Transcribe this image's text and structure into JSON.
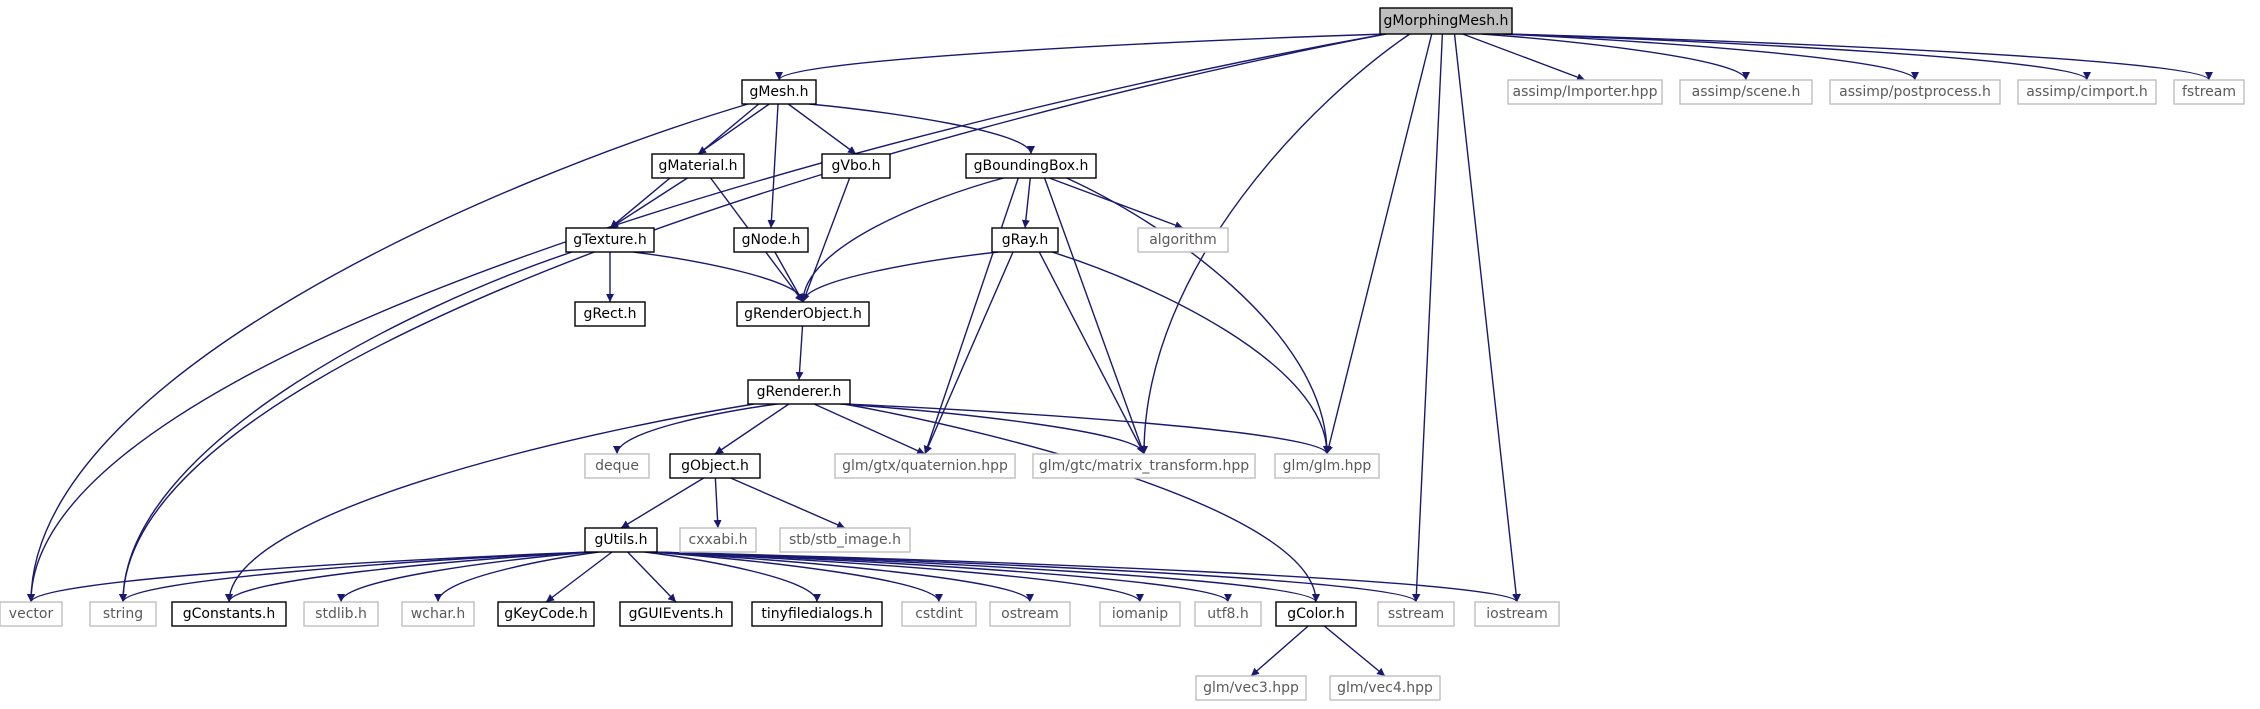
{
  "title": "gMorphingMesh.h",
  "colors": {
    "edge": "#191970",
    "root_fill": "#bfbfbf",
    "root_border": "#000000",
    "documented_border": "#000000",
    "external_border": "#bfbfbf",
    "external_text": "#5a5a5a",
    "text": "#000000"
  },
  "nodes": [
    {
      "id": "gMorphingMesh",
      "label": "gMorphingMesh.h",
      "kind": "root"
    },
    {
      "id": "gMesh",
      "label": "gMesh.h",
      "kind": "doc"
    },
    {
      "id": "assimpImporter",
      "label": "assimp/Importer.hpp",
      "kind": "ext"
    },
    {
      "id": "assimpScene",
      "label": "assimp/scene.h",
      "kind": "ext"
    },
    {
      "id": "assimpPost",
      "label": "assimp/postprocess.h",
      "kind": "ext"
    },
    {
      "id": "assimpCimport",
      "label": "assimp/cimport.h",
      "kind": "ext"
    },
    {
      "id": "fstream",
      "label": "fstream",
      "kind": "ext"
    },
    {
      "id": "gMaterial",
      "label": "gMaterial.h",
      "kind": "doc"
    },
    {
      "id": "gVbo",
      "label": "gVbo.h",
      "kind": "doc"
    },
    {
      "id": "gBoundingBox",
      "label": "gBoundingBox.h",
      "kind": "doc"
    },
    {
      "id": "gTexture",
      "label": "gTexture.h",
      "kind": "doc"
    },
    {
      "id": "gNode",
      "label": "gNode.h",
      "kind": "doc"
    },
    {
      "id": "gRay",
      "label": "gRay.h",
      "kind": "doc"
    },
    {
      "id": "algorithm",
      "label": "algorithm",
      "kind": "ext"
    },
    {
      "id": "gRect",
      "label": "gRect.h",
      "kind": "doc"
    },
    {
      "id": "gRenderObject",
      "label": "gRenderObject.h",
      "kind": "doc"
    },
    {
      "id": "gRenderer",
      "label": "gRenderer.h",
      "kind": "doc"
    },
    {
      "id": "deque",
      "label": "deque",
      "kind": "ext"
    },
    {
      "id": "gObject",
      "label": "gObject.h",
      "kind": "doc"
    },
    {
      "id": "quaternion",
      "label": "glm/gtx/quaternion.hpp",
      "kind": "ext"
    },
    {
      "id": "matrixTransform",
      "label": "glm/gtc/matrix_transform.hpp",
      "kind": "ext"
    },
    {
      "id": "glm",
      "label": "glm/glm.hpp",
      "kind": "ext"
    },
    {
      "id": "gUtils",
      "label": "gUtils.h",
      "kind": "doc"
    },
    {
      "id": "cxxabi",
      "label": "cxxabi.h",
      "kind": "ext"
    },
    {
      "id": "stbImage",
      "label": "stb/stb_image.h",
      "kind": "ext"
    },
    {
      "id": "vector",
      "label": "vector",
      "kind": "ext"
    },
    {
      "id": "string",
      "label": "string",
      "kind": "ext"
    },
    {
      "id": "gConstants",
      "label": "gConstants.h",
      "kind": "doc"
    },
    {
      "id": "stdlib",
      "label": "stdlib.h",
      "kind": "ext"
    },
    {
      "id": "wchar",
      "label": "wchar.h",
      "kind": "ext"
    },
    {
      "id": "gKeyCode",
      "label": "gKeyCode.h",
      "kind": "doc"
    },
    {
      "id": "gGUIEvents",
      "label": "gGUIEvents.h",
      "kind": "doc"
    },
    {
      "id": "tinyfiledialogs",
      "label": "tinyfiledialogs.h",
      "kind": "doc"
    },
    {
      "id": "cstdint",
      "label": "cstdint",
      "kind": "ext"
    },
    {
      "id": "ostream",
      "label": "ostream",
      "kind": "ext"
    },
    {
      "id": "iomanip",
      "label": "iomanip",
      "kind": "ext"
    },
    {
      "id": "utf8",
      "label": "utf8.h",
      "kind": "ext"
    },
    {
      "id": "gColor",
      "label": "gColor.h",
      "kind": "doc"
    },
    {
      "id": "sstream",
      "label": "sstream",
      "kind": "ext"
    },
    {
      "id": "iostream",
      "label": "iostream",
      "kind": "ext"
    },
    {
      "id": "vec3",
      "label": "glm/vec3.hpp",
      "kind": "ext"
    },
    {
      "id": "vec4",
      "label": "glm/vec4.hpp",
      "kind": "ext"
    }
  ],
  "edges": [
    [
      "gMorphingMesh",
      "gMesh"
    ],
    [
      "gMorphingMesh",
      "vector"
    ],
    [
      "gMorphingMesh",
      "string"
    ],
    [
      "gMorphingMesh",
      "matrixTransform"
    ],
    [
      "gMorphingMesh",
      "glm"
    ],
    [
      "gMorphingMesh",
      "sstream"
    ],
    [
      "gMorphingMesh",
      "iostream"
    ],
    [
      "gMorphingMesh",
      "assimpImporter"
    ],
    [
      "gMorphingMesh",
      "assimpScene"
    ],
    [
      "gMorphingMesh",
      "assimpPost"
    ],
    [
      "gMorphingMesh",
      "assimpCimport"
    ],
    [
      "gMorphingMesh",
      "fstream"
    ],
    [
      "gMesh",
      "gMaterial"
    ],
    [
      "gMesh",
      "gVbo"
    ],
    [
      "gMesh",
      "gBoundingBox"
    ],
    [
      "gMesh",
      "gTexture"
    ],
    [
      "gMesh",
      "gNode"
    ],
    [
      "gMesh",
      "vector"
    ],
    [
      "gMaterial",
      "gTexture"
    ],
    [
      "gMaterial",
      "gRenderObject"
    ],
    [
      "gVbo",
      "gRenderObject"
    ],
    [
      "gNode",
      "gRenderObject"
    ],
    [
      "gBoundingBox",
      "gRay"
    ],
    [
      "gBoundingBox",
      "algorithm"
    ],
    [
      "gBoundingBox",
      "gRenderObject"
    ],
    [
      "gBoundingBox",
      "quaternion"
    ],
    [
      "gBoundingBox",
      "matrixTransform"
    ],
    [
      "gBoundingBox",
      "glm"
    ],
    [
      "gTexture",
      "gRect"
    ],
    [
      "gTexture",
      "gRenderObject"
    ],
    [
      "gTexture",
      "string"
    ],
    [
      "gRay",
      "gRenderObject"
    ],
    [
      "gRay",
      "quaternion"
    ],
    [
      "gRay",
      "matrixTransform"
    ],
    [
      "gRay",
      "glm"
    ],
    [
      "gRenderObject",
      "gRenderer"
    ],
    [
      "gRenderer",
      "deque"
    ],
    [
      "gRenderer",
      "gObject"
    ],
    [
      "gRenderer",
      "quaternion"
    ],
    [
      "gRenderer",
      "matrixTransform"
    ],
    [
      "gRenderer",
      "glm"
    ],
    [
      "gRenderer",
      "gConstants"
    ],
    [
      "gRenderer",
      "gColor"
    ],
    [
      "gObject",
      "gUtils"
    ],
    [
      "gObject",
      "cxxabi"
    ],
    [
      "gObject",
      "stbImage"
    ],
    [
      "gUtils",
      "vector"
    ],
    [
      "gUtils",
      "string"
    ],
    [
      "gUtils",
      "gConstants"
    ],
    [
      "gUtils",
      "stdlib"
    ],
    [
      "gUtils",
      "wchar"
    ],
    [
      "gUtils",
      "gKeyCode"
    ],
    [
      "gUtils",
      "gGUIEvents"
    ],
    [
      "gUtils",
      "tinyfiledialogs"
    ],
    [
      "gUtils",
      "cstdint"
    ],
    [
      "gUtils",
      "ostream"
    ],
    [
      "gUtils",
      "iomanip"
    ],
    [
      "gUtils",
      "utf8"
    ],
    [
      "gUtils",
      "gColor"
    ],
    [
      "gUtils",
      "sstream"
    ],
    [
      "gUtils",
      "iostream"
    ],
    [
      "gColor",
      "vec3"
    ],
    [
      "gColor",
      "vec4"
    ]
  ]
}
